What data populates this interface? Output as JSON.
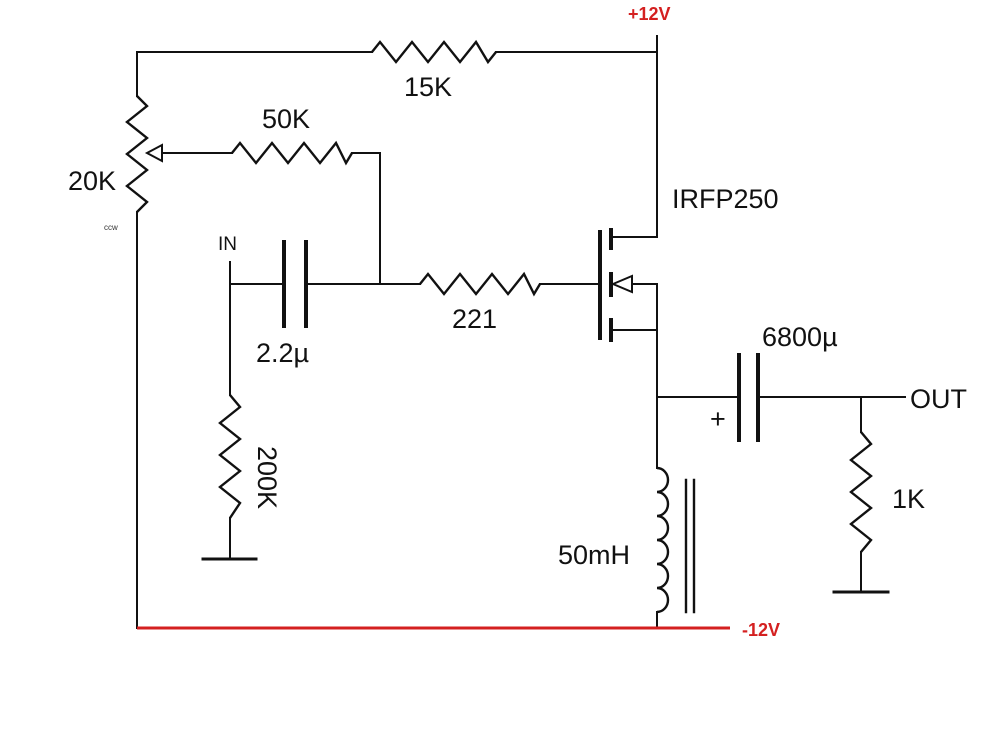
{
  "colors": {
    "wire": "#111111",
    "negative_rail": "#d42020",
    "rail_label": "#d42020"
  },
  "rails": {
    "positive": "+12V",
    "negative": "-12V"
  },
  "labels": {
    "r_15k": "15K",
    "r_50k": "50K",
    "pot_20k": "20K",
    "pot_ccw": "ccw",
    "input": "IN",
    "cap_input": "2.2µ",
    "r_gate": "221",
    "r_200k": "200K",
    "mosfet": "IRFP250",
    "cap_output": "6800µ",
    "cap_output_polarity": "+",
    "output": "OUT",
    "r_load": "1K",
    "inductor": "50mH"
  }
}
